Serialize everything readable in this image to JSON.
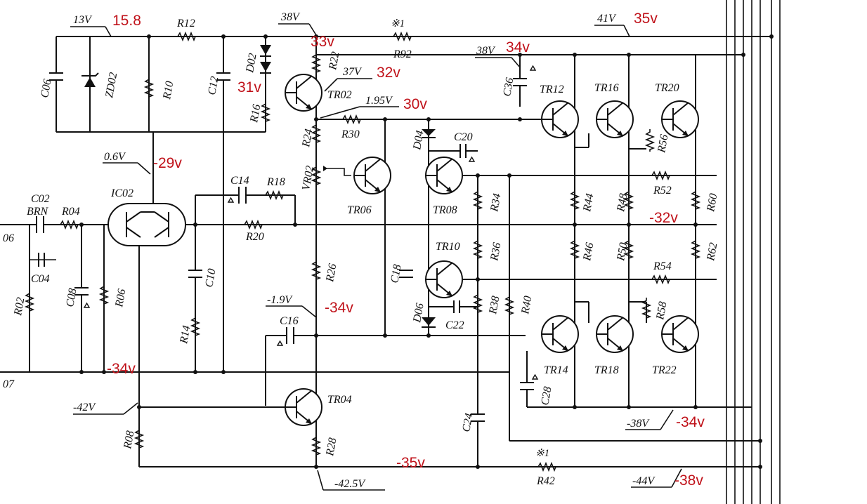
{
  "nodes": {
    "v13": "13V",
    "v38a": "38V",
    "v41": "41V",
    "v38b": "38V",
    "v37": "37V",
    "v195": "1.95V",
    "v06": "0.6V",
    "vm19": "-1.9V",
    "vm42": "-42V",
    "vm425": "-42.5V",
    "vm38": "-38V",
    "vm44": "-44V",
    "mark1": "※1",
    "mark2": "※1"
  },
  "measured": {
    "m158": "15.8",
    "m35": "35v",
    "m33": "33v",
    "m34": "34v",
    "m32": "32v",
    "m31": "31v",
    "m30": "30v",
    "m29": "-29v",
    "m32n": "-32v",
    "m34a": "-34v",
    "m34b": "-34v",
    "m34c": "-34v",
    "m35n": "-35v",
    "m38n": "-38v"
  },
  "parts": {
    "R12": "R12",
    "R92": "R92",
    "R22": "R22",
    "D02": "D02",
    "C06": "C06",
    "ZD02": "ZD02",
    "R10": "R10",
    "C12": "C12",
    "R16": "R16",
    "TR02": "TR02",
    "R24": "R24",
    "R30": "R30",
    "C36": "C36",
    "TR12": "TR12",
    "TR16": "TR16",
    "TR20": "TR20",
    "R56": "R56",
    "D04": "D04",
    "C20": "C20",
    "C14": "C14",
    "R18": "R18",
    "VR02": "VR02",
    "TR06": "TR06",
    "TR08": "TR08",
    "R34": "R34",
    "R44": "R44",
    "R48": "R48",
    "R52": "R52",
    "R60": "R60",
    "C02": "C02",
    "BRN": "BRN",
    "R04": "R04",
    "IC02": "IC02",
    "R20": "R20",
    "TR10": "TR10",
    "R36": "R36",
    "R46": "R46",
    "R50": "R50",
    "R62": "R62",
    "R54": "R54",
    "C04": "C04",
    "C08": "C08",
    "R06": "R06",
    "R02": "R02",
    "C10": "C10",
    "R26": "R26",
    "C18": "C18",
    "R38": "R38",
    "R40": "R40",
    "R58": "R58",
    "R14": "R14",
    "C16": "C16",
    "D06": "D06",
    "C22": "C22",
    "TR14": "TR14",
    "TR18": "TR18",
    "TR22": "TR22",
    "C28": "C28",
    "TR04": "TR04",
    "R08": "R08",
    "R28": "R28",
    "C24": "C24",
    "R42": "R42"
  },
  "edge": {
    "left1": "06",
    "left2": "07"
  }
}
